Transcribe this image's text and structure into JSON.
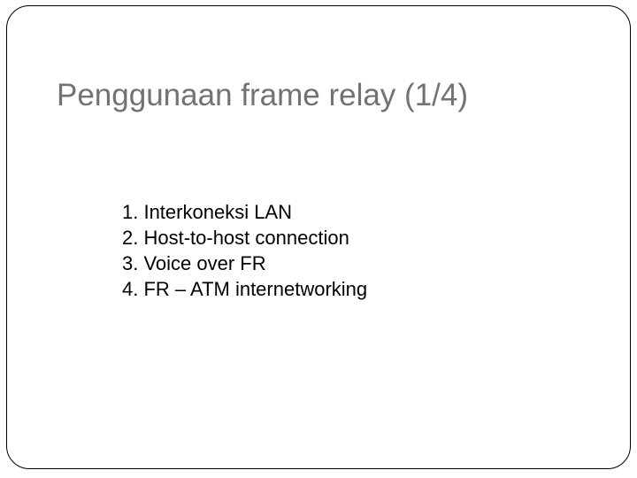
{
  "slide": {
    "title": "Penggunaan frame relay (1/4)",
    "title_color": "#727272",
    "body_color": "#000000",
    "background_color": "#ffffff",
    "border_color": "#000000",
    "items": [
      {
        "text": "1. Interkoneksi LAN"
      },
      {
        "text": "2. Host-to-host connection"
      },
      {
        "text": "3. Voice over FR"
      },
      {
        "text": "4. FR – ATM internetworking"
      }
    ]
  }
}
